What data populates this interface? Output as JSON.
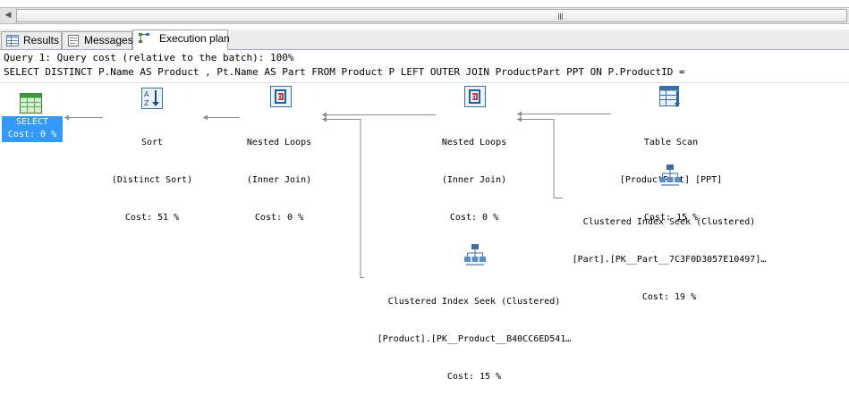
{
  "tabs": [
    {
      "label": "Results",
      "icon": "grid-icon"
    },
    {
      "label": "Messages",
      "icon": "messages-icon"
    },
    {
      "label": "Execution plan",
      "icon": "execution-plan-icon"
    }
  ],
  "scrollbar": {
    "grip": "III"
  },
  "query": {
    "cost_line": "Query 1: Query cost (relative to the batch): 100%",
    "sql_line": "SELECT DISTINCT P.Name AS Product , Pt.Name AS Part FROM Product P LEFT OUTER JOIN ProductPart PPT ON P.ProductID ="
  },
  "operators": {
    "select": {
      "name": "SELECT",
      "cost": "Cost: 0 %",
      "icon": "result-grid-icon"
    },
    "sort": {
      "name": "Sort",
      "detail": "(Distinct Sort)",
      "cost": "Cost: 51 %",
      "icon": "sort-icon"
    },
    "nested_loops_1": {
      "name": "Nested Loops",
      "detail": "(Inner Join)",
      "cost": "Cost: 0 %",
      "icon": "nested-loops-icon"
    },
    "nested_loops_2": {
      "name": "Nested Loops",
      "detail": "(Inner Join)",
      "cost": "Cost: 0 %",
      "icon": "nested-loops-icon"
    },
    "table_scan": {
      "name": "Table Scan",
      "detail": "[ProductPart] [PPT]",
      "cost": "Cost: 15 %",
      "icon": "table-scan-icon"
    },
    "seek_part": {
      "name": "Clustered Index Seek (Clustered)",
      "detail": "[Part].[PK__Part__7C3F0D3057E10497]…",
      "cost": "Cost: 19 %",
      "icon": "clustered-index-seek-icon"
    },
    "seek_product": {
      "name": "Clustered Index Seek (Clustered)",
      "detail": "[Product].[PK__Product__B40CC6ED541…",
      "cost": "Cost: 15 %",
      "icon": "clustered-index-seek-icon"
    }
  }
}
